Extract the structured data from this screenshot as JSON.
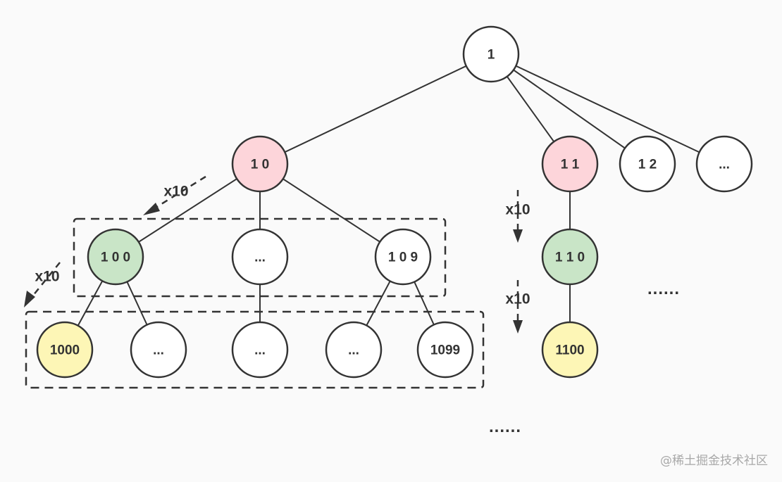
{
  "colors": {
    "pink": "#fdd5da",
    "green": "#c9e5c7",
    "yellow": "#fdf6b6",
    "white": "#ffffff",
    "stroke": "#333333"
  },
  "nodes": {
    "n1": {
      "label": "1",
      "fill": "white"
    },
    "n10": {
      "label": "1 0",
      "fill": "pink"
    },
    "n11": {
      "label": "1 1",
      "fill": "pink"
    },
    "n12": {
      "label": "1 2",
      "fill": "white"
    },
    "nR": {
      "label": "...",
      "fill": "white"
    },
    "n100": {
      "label": "1 0 0",
      "fill": "green"
    },
    "nM1": {
      "label": "...",
      "fill": "white"
    },
    "n109": {
      "label": "1 0 9",
      "fill": "white"
    },
    "n1000": {
      "label": "1000",
      "fill": "yellow"
    },
    "nB1": {
      "label": "...",
      "fill": "white"
    },
    "nB2": {
      "label": "...",
      "fill": "white"
    },
    "nB3": {
      "label": "...",
      "fill": "white"
    },
    "n1099": {
      "label": "1099",
      "fill": "white"
    },
    "n110": {
      "label": "1 1 0",
      "fill": "green"
    },
    "n1100": {
      "label": "1100",
      "fill": "yellow"
    }
  },
  "edges": [
    [
      "n1",
      "n10"
    ],
    [
      "n1",
      "n11"
    ],
    [
      "n1",
      "n12"
    ],
    [
      "n1",
      "nR"
    ],
    [
      "n10",
      "n100"
    ],
    [
      "n10",
      "nM1"
    ],
    [
      "n10",
      "n109"
    ],
    [
      "n100",
      "n1000"
    ],
    [
      "n100",
      "nB1"
    ],
    [
      "nM1",
      "nB2"
    ],
    [
      "n109",
      "nB3"
    ],
    [
      "n109",
      "n1099"
    ],
    [
      "n11",
      "n110"
    ],
    [
      "n110",
      "n1100"
    ]
  ],
  "multipliers": {
    "left_top": "x10",
    "left_bottom": "x10",
    "right_top": "x10",
    "right_bottom": "x10"
  },
  "ellipses": {
    "right": "......",
    "bottom": "......"
  },
  "watermark": "@稀土掘金技术社区"
}
